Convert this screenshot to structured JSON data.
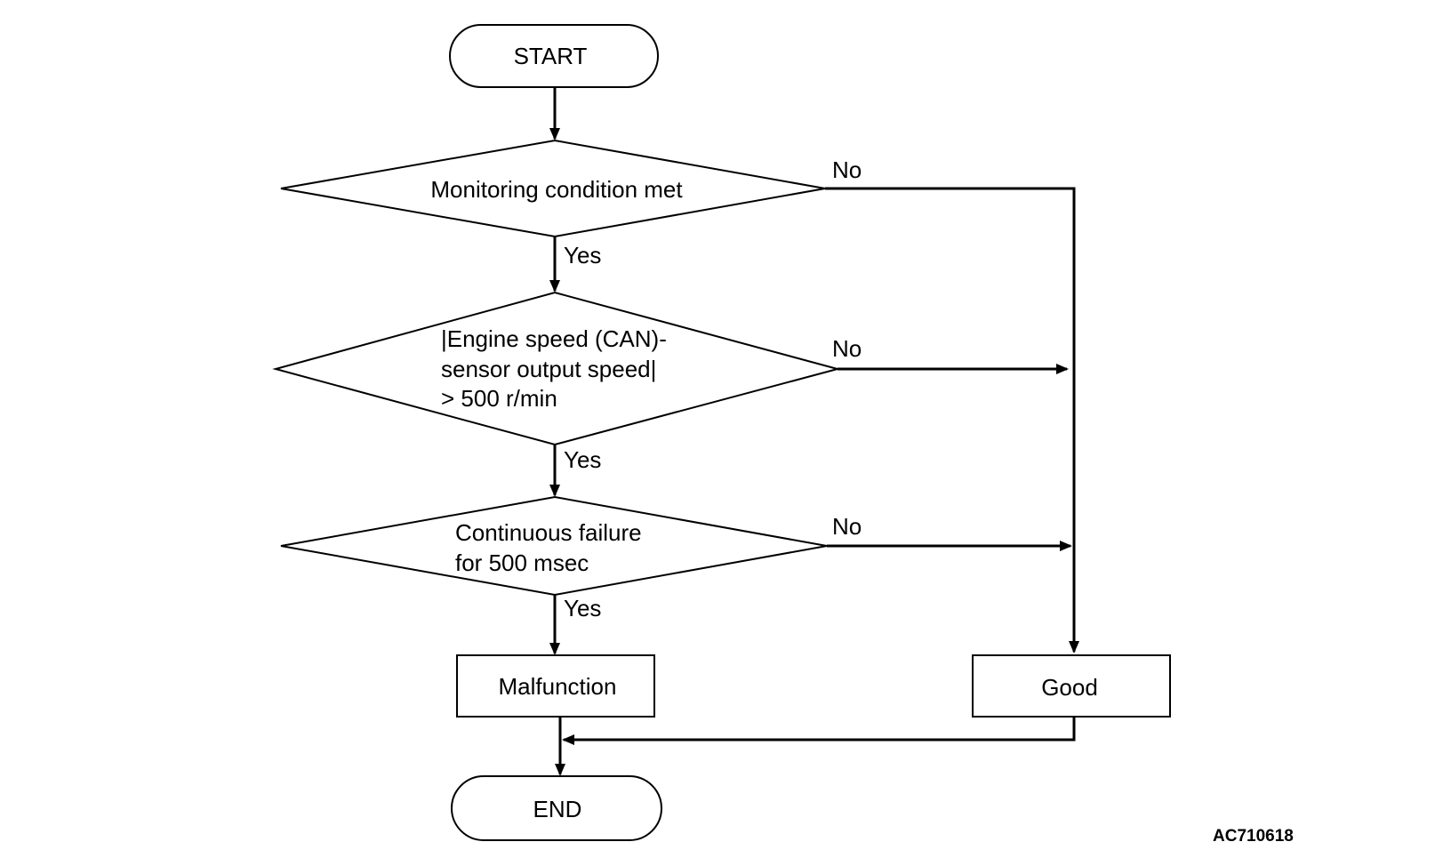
{
  "diagram": {
    "start": "START",
    "decision_1": "Monitoring condition met",
    "decision_2": {
      "line_1": "|Engine speed (CAN)-",
      "line_2": "sensor output speed|",
      "line_3": "> 500 r/min"
    },
    "decision_3": {
      "line_1": "Continuous failure",
      "line_2": "for 500 msec"
    },
    "malfunction": "Malfunction",
    "good": "Good",
    "end": "END",
    "yes_label": "Yes",
    "no_label": "No",
    "figure_id": "AC710618"
  }
}
